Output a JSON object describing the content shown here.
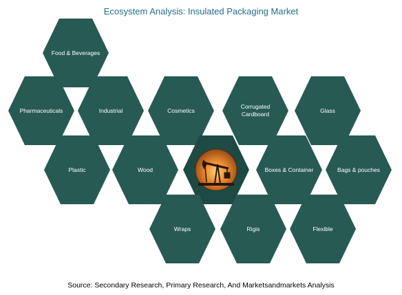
{
  "title": "Ecosystem Analysis: Insulated Packaging Market",
  "hexagons": [
    {
      "label": "Food & Beverages"
    },
    {
      "label": "Pharmaceuticals"
    },
    {
      "label": "Industrial"
    },
    {
      "label": "Cosmetics"
    },
    {
      "label": "Corrugated Cardboard"
    },
    {
      "label": "Glass"
    },
    {
      "label": "Plastic"
    },
    {
      "label": "Wood"
    },
    {
      "label": "Boxes & Container"
    },
    {
      "label": "Bags & pouches"
    },
    {
      "label": "Wraps"
    },
    {
      "label": "Rigis"
    },
    {
      "label": "Flexible"
    }
  ],
  "center_image": "oil-pumpjack-sunset",
  "colors": {
    "hexagon": "#275a52",
    "title": "#1f6f8b"
  },
  "source": "Source: Secondary Research, Primary Research, And Marketsandmarkets Analysis"
}
